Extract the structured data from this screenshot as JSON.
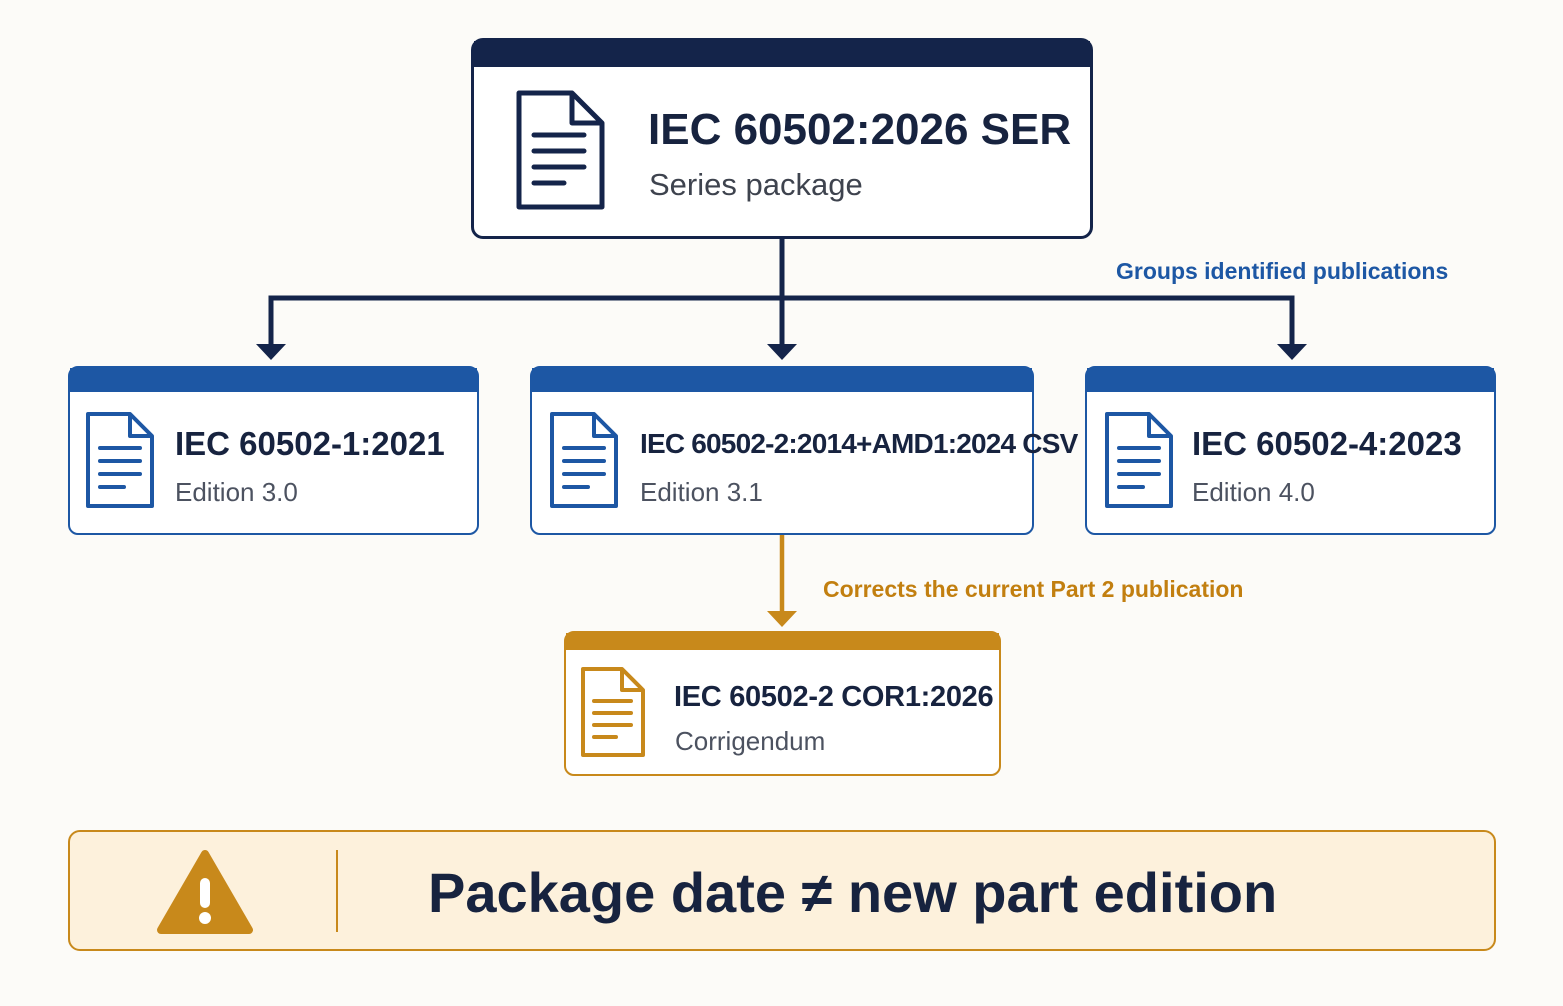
{
  "root": {
    "title": "IEC 60502:2026 SER",
    "subtitle": "Series package",
    "icon": "document-icon"
  },
  "parts": [
    {
      "title": "IEC 60502-1:2021",
      "subtitle": "Edition 3.0",
      "icon": "document-icon"
    },
    {
      "title": "IEC 60502-2:2014+AMD1:2024 CSV",
      "subtitle": "Edition 3.1",
      "icon": "document-icon"
    },
    {
      "title": "IEC 60502-4:2023",
      "subtitle": "Edition 4.0",
      "icon": "document-icon"
    }
  ],
  "corrigendum": {
    "title": "IEC 60502-2 COR1:2026",
    "subtitle": "Corrigendum",
    "icon": "document-icon"
  },
  "notes": {
    "groups": "Groups identified publications",
    "corrects": "Corrects the current Part 2 publication"
  },
  "warning": {
    "icon": "warning-triangle-icon",
    "text": "Package date ≠ new part edition"
  },
  "colors": {
    "navy": "#14244a",
    "blue": "#1d57a4",
    "gold": "#c8891b",
    "warning_bg": "#fdf1dc",
    "background": "#fcfbf8"
  }
}
